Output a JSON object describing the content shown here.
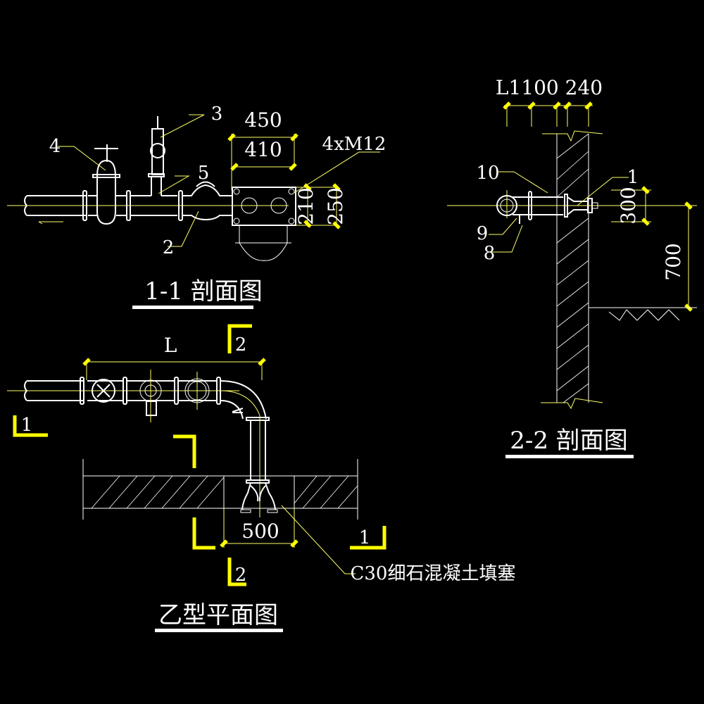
{
  "drawing": {
    "background": "#000000",
    "colors": {
      "line": "#ffffff",
      "dimension": "#ffff66",
      "section_marker": "#ffff00"
    },
    "views": {
      "section_1_1": {
        "title": "1-1 剖面图",
        "callouts": {
          "c2": "2",
          "c3": "3",
          "c4": "4",
          "c5": "5",
          "bolts": "4xM12"
        },
        "dimensions": {
          "outer_width": "450",
          "inner_width": "410",
          "inner_height": "210",
          "outer_height": "250"
        }
      },
      "section_2_2": {
        "title": "2-2 剖面图",
        "callouts": {
          "c1": "1",
          "c8": "8",
          "c9": "9",
          "c10": "10"
        },
        "dimensions": {
          "top_chain": "L1100 240",
          "height_300": "300",
          "height_700": "700"
        }
      },
      "plan_yi": {
        "title": "乙型平面图",
        "dimensions": {
          "length": "L",
          "opening": "500"
        },
        "section_marks": {
          "a": "1",
          "b": "1",
          "c": "2",
          "d": "2"
        },
        "note": "C30细石混凝土填塞"
      }
    }
  }
}
